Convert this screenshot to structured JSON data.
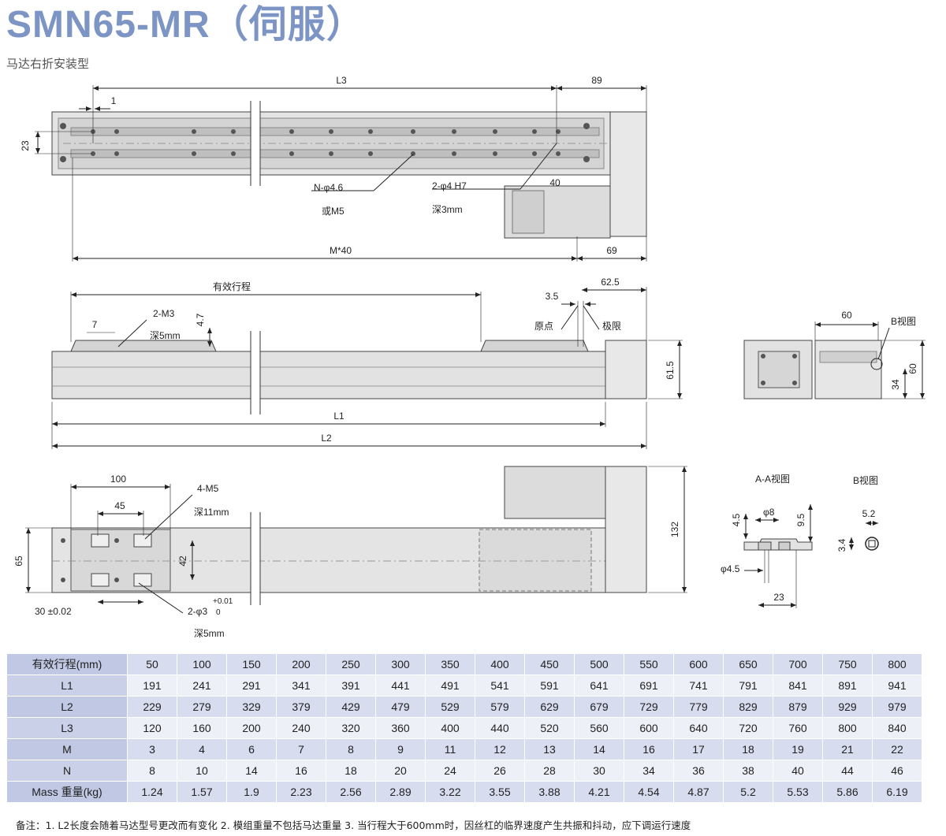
{
  "header": {
    "title": "SMN65-MR（伺服）",
    "subtitle": "马达右折安装型"
  },
  "drawing": {
    "top": {
      "l3": "L3",
      "d89": "89",
      "d1": "1",
      "d23": "23",
      "n_hole": "N-φ4.6",
      "n_hole_alt": "或M5",
      "pin_hole": "2-φ4 H7",
      "pin_depth": "深3mm",
      "d40": "40",
      "m40": "M*40",
      "d69": "69"
    },
    "side": {
      "stroke": "有效行程",
      "d62_5": "62.5",
      "d3_5": "3.5",
      "m3": "2-M3",
      "m3_depth": "深5mm",
      "d7": "7",
      "d4_7": "4.7",
      "origin": "原点",
      "limit": "极限",
      "d61_5": "61.5",
      "l1": "L1",
      "l2": "L2"
    },
    "end_view": {
      "d60w": "60",
      "b_view": "B视图",
      "d34": "34",
      "d60h": "60"
    },
    "bottom": {
      "d100": "100",
      "d45": "45",
      "m5": "4-M5",
      "m5_depth": "深11mm",
      "d65": "65",
      "d42": "42",
      "d30": "30 ±0.02",
      "pin": "2-φ3",
      "tol_upper": "+0.01",
      "tol_lower": "0",
      "pin_depth": "深5mm",
      "d132": "132"
    },
    "aa_view": {
      "title": "A-A视图",
      "d4_5": "4.5",
      "d8": "φ8",
      "d9_5": "9.5",
      "d4_5b": "φ4.5",
      "d23": "23"
    },
    "b_view": {
      "title": "B视图",
      "d5_2": "5.2",
      "d3_4": "3.4"
    }
  },
  "table": {
    "header_label": "有效行程(mm)",
    "strokes": [
      "50",
      "100",
      "150",
      "200",
      "250",
      "300",
      "350",
      "400",
      "450",
      "500",
      "550",
      "600",
      "650",
      "700",
      "750",
      "800"
    ],
    "rows": [
      {
        "label": "L1",
        "values": [
          "191",
          "241",
          "291",
          "341",
          "391",
          "441",
          "491",
          "541",
          "591",
          "641",
          "691",
          "741",
          "791",
          "841",
          "891",
          "941"
        ]
      },
      {
        "label": "L2",
        "values": [
          "229",
          "279",
          "329",
          "379",
          "429",
          "479",
          "529",
          "579",
          "629",
          "679",
          "729",
          "779",
          "829",
          "879",
          "929",
          "979"
        ]
      },
      {
        "label": "L3",
        "values": [
          "120",
          "160",
          "200",
          "240",
          "320",
          "360",
          "400",
          "440",
          "520",
          "560",
          "600",
          "640",
          "720",
          "760",
          "800",
          "840"
        ]
      },
      {
        "label": "M",
        "values": [
          "3",
          "4",
          "6",
          "7",
          "8",
          "9",
          "11",
          "12",
          "13",
          "14",
          "16",
          "17",
          "18",
          "19",
          "21",
          "22"
        ]
      },
      {
        "label": "N",
        "values": [
          "8",
          "10",
          "14",
          "16",
          "18",
          "20",
          "24",
          "26",
          "28",
          "30",
          "34",
          "36",
          "38",
          "40",
          "44",
          "46"
        ]
      },
      {
        "label": "Mass 重量(kg)",
        "values": [
          "1.24",
          "1.57",
          "1.9",
          "2.23",
          "2.56",
          "2.89",
          "3.22",
          "3.55",
          "3.88",
          "4.21",
          "4.54",
          "4.87",
          "5.2",
          "5.53",
          "5.86",
          "6.19"
        ]
      }
    ]
  },
  "footnote": "备注：1. L2长度会随着马达型号更改而有变化  2. 模组重量不包括马达重量  3. 当行程大于600mm时，因丝杠的临界速度产生共振和抖动，应下调运行速度",
  "colors": {
    "title": "#7d95c4",
    "table_header": "#c0c8e4",
    "table_odd": "#d7dcef",
    "table_even": "#eef0f8"
  }
}
